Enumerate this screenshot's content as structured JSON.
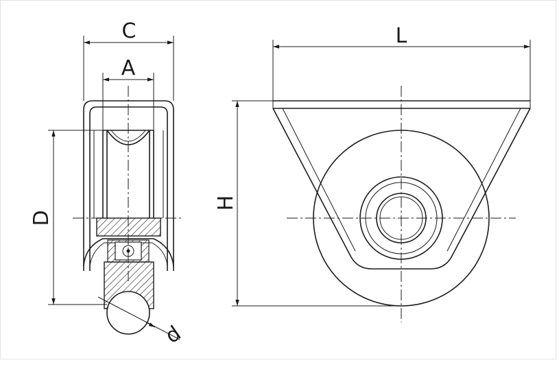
{
  "labels": {
    "c": "C",
    "a": "A",
    "d": "D",
    "h": "H",
    "l": "L",
    "diameter": "d"
  }
}
